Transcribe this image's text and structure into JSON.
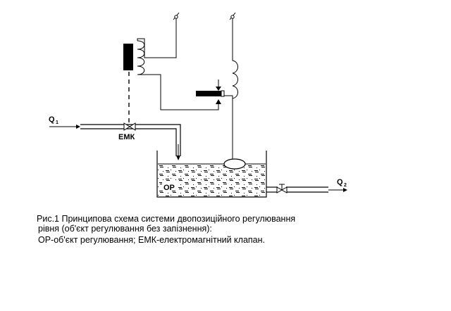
{
  "labels": {
    "inflow": "Q",
    "inflow_sub": "1",
    "valve": "ЕМК",
    "object": "ОР",
    "outflow": "Q",
    "outflow_sub": "2"
  },
  "caption": {
    "line1": "Рис.1 Принципова схема системи двопозиційного регулювання",
    "line2": "рівня (об'єкт регулювання без запізнення):",
    "line3": "ОР-об'єкт регулювання; ЕМК-електромагнітний клапан."
  }
}
